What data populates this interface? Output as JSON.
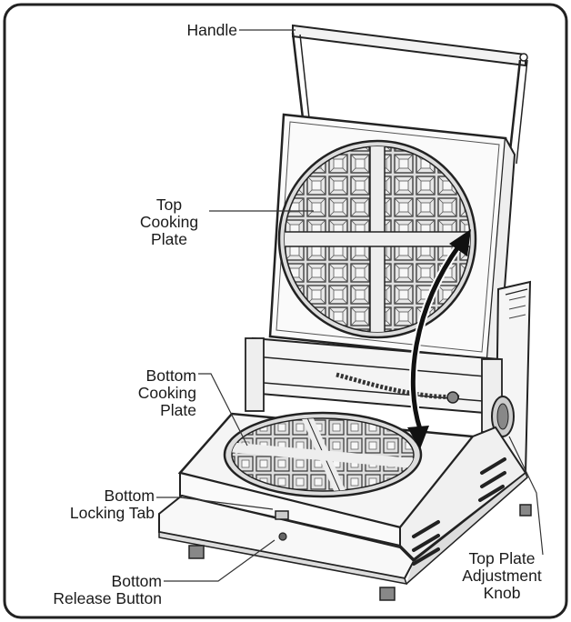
{
  "labels": {
    "handle": "Handle",
    "top_plate": [
      "Top",
      "Cooking",
      "Plate"
    ],
    "bottom_plate": [
      "Bottom",
      "Cooking",
      "Plate"
    ],
    "locking_tab": [
      "Bottom",
      "Locking Tab"
    ],
    "release_button": [
      "Bottom",
      "Release Button"
    ],
    "adjustment_knob": [
      "Top Plate",
      "Adjustment",
      "Knob"
    ]
  }
}
